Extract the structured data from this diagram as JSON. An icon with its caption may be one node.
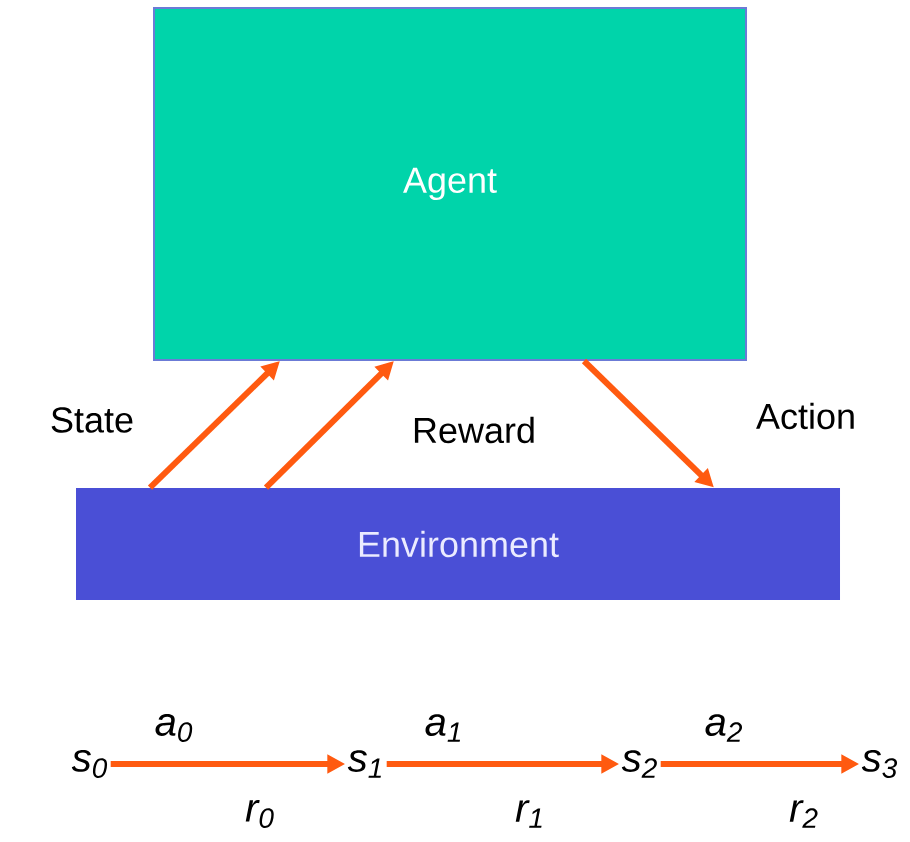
{
  "diagram": {
    "nodes": [
      {
        "text": [
          "Agent"
        ]
      },
      {
        "text": [
          "Environment"
        ]
      },
      {
        "text": [
          "s$_{0}$"
        ]
      },
      {
        "text": [
          "s$_{1}$"
        ]
      },
      {
        "text": [
          "s$_{2}$"
        ]
      },
      {
        "text": [
          "s$_{3}$"
        ]
      }
    ],
    "edges": [
      {
        "from": 1,
        "to": 0,
        "arrow": "to",
        "label": "State"
      },
      {
        "from": 1,
        "to": 0,
        "arrow": "to",
        "label": "Reward"
      },
      {
        "from": 0,
        "to": 1,
        "arrow": "to",
        "label": "Action"
      },
      {
        "from": 2,
        "to": 3,
        "arrow": "to",
        "label": "a$_{0}$"
      },
      {
        "from": 3,
        "to": 4,
        "arrow": "to",
        "label": "a$_{1}$"
      },
      {
        "from": 4,
        "to": 5,
        "arrow": "to",
        "label": "a$_{2}$"
      }
    ],
    "labels": [
      "r$_{0}$",
      "r$_{1}$",
      "r$_{2}$"
    ]
  }
}
